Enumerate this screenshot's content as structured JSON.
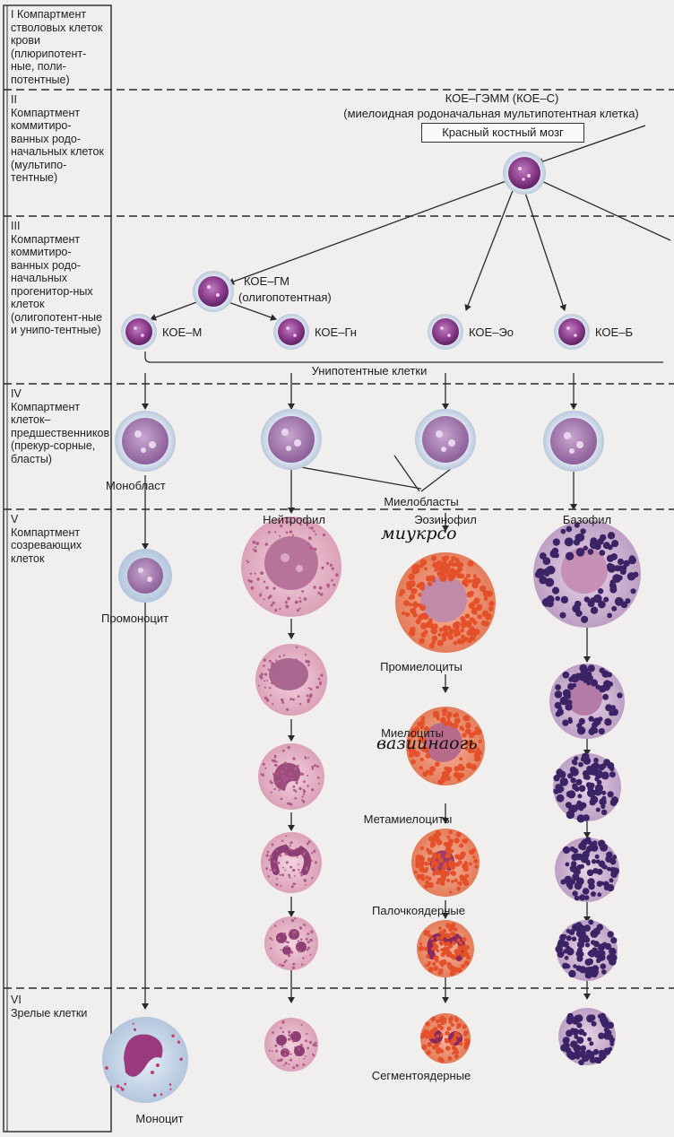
{
  "compartments": [
    {
      "id": "I",
      "label": "I Компартмент стволовых клеток крови (плюрипотент-ные, поли-потентные)"
    },
    {
      "id": "II",
      "label": "II\nКомпартмент коммитиро-ванных родо-начальных клеток (мультипо-тентные)"
    },
    {
      "id": "III",
      "label": "III\nКомпартмент коммитиро-ванных родо-начальных прогенитор-ных клеток (олигопотент-ные и унипо-тентные)"
    },
    {
      "id": "IV",
      "label": "IV\nКомпартмент клеток–предшественников (прекур-сорные, бласты)"
    },
    {
      "id": "V",
      "label": "V\nКомпартмент созревающих клеток"
    },
    {
      "id": "VI",
      "label": "VI\nЗрелые клетки"
    }
  ],
  "cells": {
    "koe_gemm": "КОЕ–ГЭММ (КОЕ–С)",
    "koe_gemm_desc": "(миелоидная родоначальная мультипотентная клетка)",
    "bone_marrow": "Красный костный мозг",
    "koe_gm": "КОЕ–ГМ",
    "koe_gm_desc": "(олигопотентная)",
    "koe_m": "КОЕ–М",
    "koe_gn": "КОЕ–Гн",
    "koe_eo": "КОЕ–Эо",
    "koe_b": "КОЕ–Б",
    "unipotent": "Унипотентные клетки",
    "monoblast": "Монобласт",
    "myeloblasts": "Миелобласты",
    "neutrophil": "Нейтрофил",
    "eosinophil": "Эозинофил",
    "basophil": "Базофил",
    "promonocyte": "Промоноцит",
    "promyelocytes": "Промиелоциты",
    "myelocytes": "Миелоциты",
    "metamyelocytes": "Метамиелоциты",
    "band": "Палочкоядерные",
    "segmented": "Сегментоядерные",
    "monocyte": "Моноцит"
  },
  "handwriting": {
    "note_1": "миукрсо",
    "note_2": "вазиинаогь"
  },
  "colors": {
    "stem_cell": "#8a3f8c",
    "stem_halo": "#d9e3ef",
    "neutrophil_cytoplasm": "#e8bccb",
    "eosinophil_granule": "#e4502a",
    "basophil_granule": "#3a2466",
    "monocyte_cytoplasm": "#c9d6e6",
    "line": "#2a2a2a"
  }
}
